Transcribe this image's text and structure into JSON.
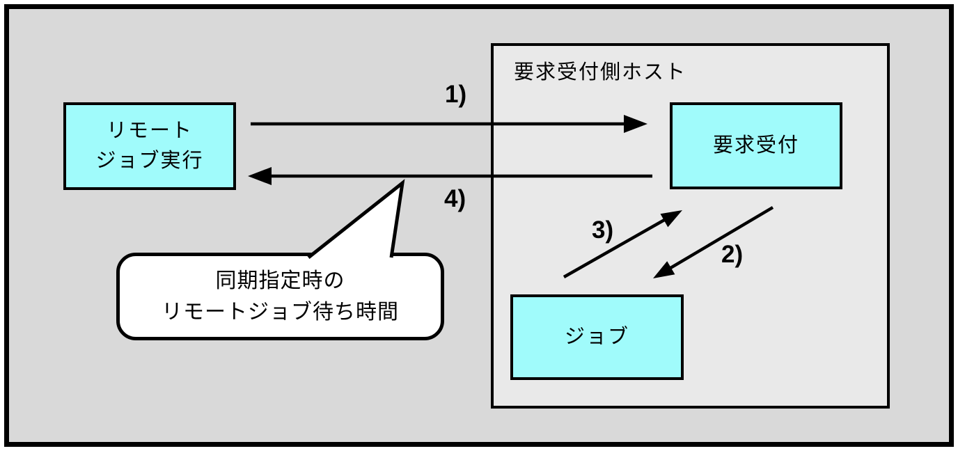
{
  "diagram": {
    "remote_box": {
      "line1": "リモート",
      "line2": "ジョブ実行"
    },
    "host_box": {
      "title": "要求受付側ホスト"
    },
    "request_box": {
      "label": "要求受付"
    },
    "job_box": {
      "label": "ジョブ"
    },
    "callout": {
      "line1": "同期指定時の",
      "line2": "リモートジョブ待ち時間"
    },
    "arrow_labels": {
      "step1": "1)",
      "step2": "2)",
      "step3": "3)",
      "step4": "4)"
    }
  },
  "colors": {
    "diagram_background": "#d9d9d9",
    "host_background": "#e9e9e9",
    "node_fill": "#a0fbfb",
    "line": "#000000",
    "callout_fill": "#ffffff"
  }
}
